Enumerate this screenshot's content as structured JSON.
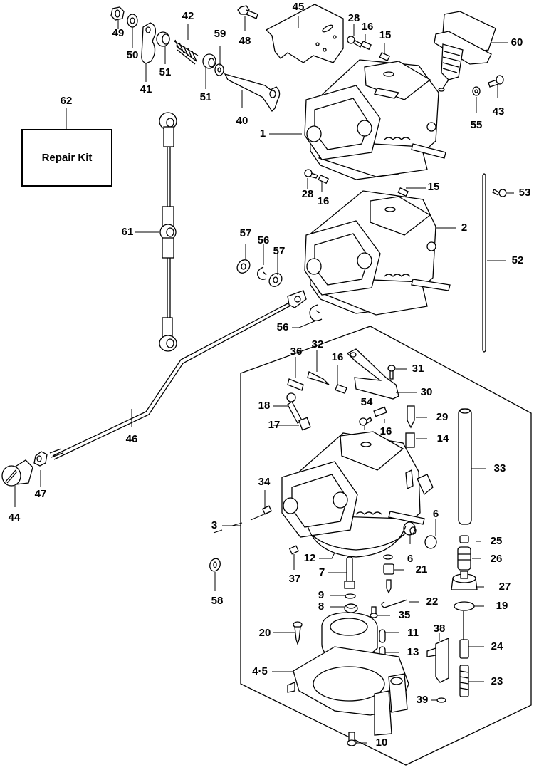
{
  "diagram": {
    "title": "Carburetor exploded parts diagram",
    "repair_kit": {
      "part": "62",
      "label": "Repair Kit"
    },
    "callouts": [
      {
        "id": "c49",
        "text": "49",
        "part": "Nut"
      },
      {
        "id": "c50",
        "text": "50",
        "part": "Washer"
      },
      {
        "id": "c41",
        "text": "41",
        "part": "Lever"
      },
      {
        "id": "c51a",
        "text": "51",
        "part": "Collar"
      },
      {
        "id": "c42",
        "text": "42",
        "part": "Spring"
      },
      {
        "id": "c51b",
        "text": "51",
        "part": "Collar"
      },
      {
        "id": "c59",
        "text": "59",
        "part": "Washer"
      },
      {
        "id": "c40",
        "text": "40",
        "part": "Shaft"
      },
      {
        "id": "c48",
        "text": "48",
        "part": "Bolt"
      },
      {
        "id": "c45",
        "text": "45",
        "part": "Bracket"
      },
      {
        "id": "c28a",
        "text": "28",
        "part": "Screw"
      },
      {
        "id": "c16a",
        "text": "16",
        "part": "Spring"
      },
      {
        "id": "c15a",
        "text": "15",
        "part": "Spring"
      },
      {
        "id": "c60",
        "text": "60",
        "part": "Primer"
      },
      {
        "id": "c43",
        "text": "43",
        "part": "Bolt"
      },
      {
        "id": "c55",
        "text": "55",
        "part": "Washer"
      },
      {
        "id": "c62",
        "text": "62",
        "part": "Repair Kit"
      },
      {
        "id": "c1",
        "text": "1",
        "part": "Carburetor (upper)"
      },
      {
        "id": "c28b",
        "text": "28",
        "part": "Screw"
      },
      {
        "id": "c16b",
        "text": "16",
        "part": "Spring"
      },
      {
        "id": "c15b",
        "text": "15",
        "part": "Spring"
      },
      {
        "id": "c53",
        "text": "53",
        "part": "Screw"
      },
      {
        "id": "c2",
        "text": "2",
        "part": "Carburetor (middle)"
      },
      {
        "id": "c61",
        "text": "61",
        "part": "Link rod"
      },
      {
        "id": "c57a",
        "text": "57",
        "part": "Washer"
      },
      {
        "id": "c56a",
        "text": "56",
        "part": "Clip"
      },
      {
        "id": "c57b",
        "text": "57",
        "part": "Washer"
      },
      {
        "id": "c52",
        "text": "52",
        "part": "Rod"
      },
      {
        "id": "c56b",
        "text": "56",
        "part": "Clip"
      },
      {
        "id": "c36",
        "text": "36",
        "part": "Screw"
      },
      {
        "id": "c32",
        "text": "32",
        "part": "Screw"
      },
      {
        "id": "c16c",
        "text": "16",
        "part": "Spring"
      },
      {
        "id": "c31",
        "text": "31",
        "part": "Screw"
      },
      {
        "id": "c30",
        "text": "30",
        "part": "Plate"
      },
      {
        "id": "c18",
        "text": "18",
        "part": "Screw"
      },
      {
        "id": "c54",
        "text": "54",
        "part": "Screw"
      },
      {
        "id": "c29",
        "text": "29",
        "part": "Needle"
      },
      {
        "id": "c17",
        "text": "17",
        "part": "Spring"
      },
      {
        "id": "c16d",
        "text": "16",
        "part": "Spring"
      },
      {
        "id": "c14",
        "text": "14",
        "part": "Spring"
      },
      {
        "id": "c46",
        "text": "46",
        "part": "Rod"
      },
      {
        "id": "c33",
        "text": "33",
        "part": "Tube"
      },
      {
        "id": "c34",
        "text": "34",
        "part": "Screw"
      },
      {
        "id": "c47",
        "text": "47",
        "part": "Nut"
      },
      {
        "id": "c44",
        "text": "44",
        "part": "Knob"
      },
      {
        "id": "c3",
        "text": "3",
        "part": "Carburetor (lower)"
      },
      {
        "id": "c6a",
        "text": "6",
        "part": "Cap"
      },
      {
        "id": "c6b",
        "text": "6",
        "part": "Cap"
      },
      {
        "id": "c25",
        "text": "25",
        "part": "Cap"
      },
      {
        "id": "c26",
        "text": "26",
        "part": "Plunger"
      },
      {
        "id": "c12",
        "text": "12",
        "part": "Gasket"
      },
      {
        "id": "c21",
        "text": "21",
        "part": "Valve seat"
      },
      {
        "id": "c37",
        "text": "37",
        "part": "Screw"
      },
      {
        "id": "c7",
        "text": "7",
        "part": "Jet"
      },
      {
        "id": "c27",
        "text": "27",
        "part": "Nut"
      },
      {
        "id": "c58",
        "text": "58",
        "part": "Washer"
      },
      {
        "id": "c9",
        "text": "9",
        "part": "O-ring"
      },
      {
        "id": "c22",
        "text": "22",
        "part": "Clip"
      },
      {
        "id": "c19",
        "text": "19",
        "part": "O-ring"
      },
      {
        "id": "c8",
        "text": "8",
        "part": "Plug"
      },
      {
        "id": "c35",
        "text": "35",
        "part": "Screw"
      },
      {
        "id": "c38",
        "text": "38",
        "part": "Fitting"
      },
      {
        "id": "c20",
        "text": "20",
        "part": "Screw"
      },
      {
        "id": "c11",
        "text": "11",
        "part": "Float"
      },
      {
        "id": "c13",
        "text": "13",
        "part": "Pin"
      },
      {
        "id": "c24",
        "text": "24",
        "part": "Plunger"
      },
      {
        "id": "c45b",
        "text": "4·5",
        "part": "Float chamber"
      },
      {
        "id": "c23",
        "text": "23",
        "part": "Spring"
      },
      {
        "id": "c39",
        "text": "39",
        "part": "O-ring"
      },
      {
        "id": "c10",
        "text": "10",
        "part": "Screw"
      }
    ]
  }
}
